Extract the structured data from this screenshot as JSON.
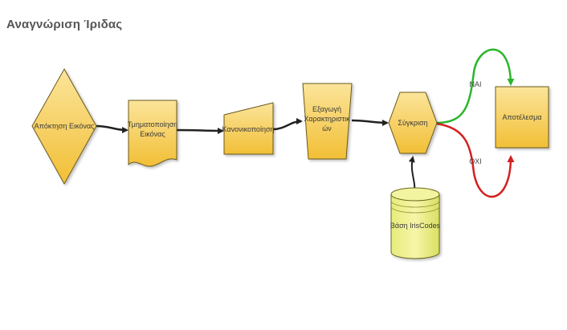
{
  "title": "Αναγνώριση Ίριδας",
  "colors": {
    "shape_fill": "#f5c842",
    "shape_fill_light": "#fbe49a",
    "shape_stroke": "#6b5a1e",
    "arrow": "#222222",
    "yes": "#2bb52b",
    "no": "#d42020"
  },
  "nodes": {
    "acquisition": {
      "label": "Απόκτηση Εικόνας",
      "shape": "diamond"
    },
    "segmentation": {
      "label_lines": [
        "Τμηματοποίηση",
        "Εικόνας"
      ],
      "shape": "document"
    },
    "normalization": {
      "label": "Κανονικοποίηση",
      "shape": "manual-input"
    },
    "extraction": {
      "label_lines": [
        "Εξαγωγή",
        "Χαρακτηριστικ",
        "ών"
      ],
      "shape": "trapezoid"
    },
    "comparison": {
      "label": "Σύγκριση",
      "shape": "hexagon"
    },
    "database": {
      "label": "Βάση IrisCodes",
      "shape": "cylinder"
    },
    "result": {
      "label": "Αποτέλεσμα",
      "shape": "rectangle"
    }
  },
  "edges": {
    "yes_label": "ΝΑΙ",
    "no_label": "ΟΧΙ"
  }
}
